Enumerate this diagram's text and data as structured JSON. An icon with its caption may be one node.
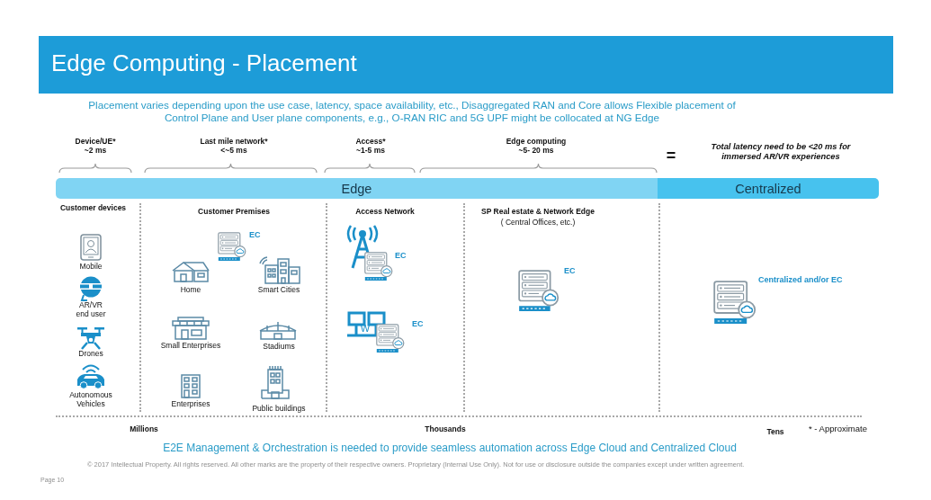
{
  "diagram": {
    "title": "Edge Computing - Placement",
    "nodes": [
      {
        "text": [
          "Edge"
        ]
      },
      {
        "text": [
          "Centralized"
        ]
      }
    ],
    "labels": [
      "Placement varies depending upon the use case, latency, space availability, etc., Disaggregated RAN and Core allows Flexible placement of Control Plane and User plane components, e.g., O-RAN RIC and 5G UPF might be collocated at NG Edge",
      "Device/UE* ~2 ms",
      "Last mile network* <~5 ms",
      "Access* ~1-5 ms",
      "Edge computing ~5- 20 ms",
      "=",
      "Total latency need to be <20 ms for immersed AR/VR experiences",
      "Customer devices",
      "Customer Premises",
      "Access Network",
      "SP Real estate & Network Edge",
      "( Central Offices, etc.)",
      "Mobile",
      "AR/VR end user",
      "Drones",
      "Autonomous Vehicles",
      "EC",
      "Home",
      "Smart Cities",
      "Small Enterprises",
      "Stadiums",
      "Enterprises",
      "Public buildings",
      "EC",
      "W",
      "EC",
      "EC",
      "Centralized and/or EC",
      "Millions",
      "Thousands",
      "Tens",
      "* - Approximate",
      "E2E Management & Orchestration is needed to provide seamless automation across Edge Cloud and Centralized Cloud",
      "© 2017 Intellectual Property. All rights reserved. All other marks are the property of their respective owners. Proprietary (Internal Use Only). Not for use or disclosure outside the companies except under written agreement.",
      "Page 10"
    ]
  }
}
